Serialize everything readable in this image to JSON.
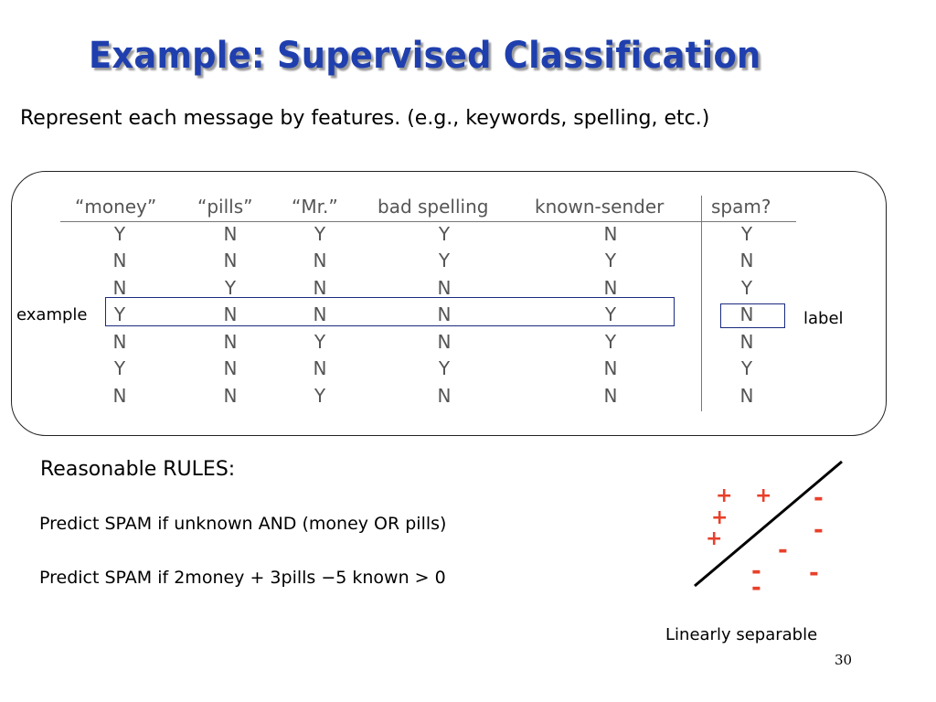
{
  "slide": {
    "title": "Example: Supervised Classification",
    "subtitle": "Represent each message by features. (e.g., keywords, spelling, etc.)",
    "page_number": "30"
  },
  "table": {
    "headers": [
      "“money”",
      "“pills”",
      "“Mr.”",
      "bad spelling",
      "known-sender",
      "spam?"
    ],
    "rows": [
      [
        "Y",
        "N",
        "Y",
        "Y",
        "N",
        "Y"
      ],
      [
        "N",
        "N",
        "N",
        "Y",
        "Y",
        "N"
      ],
      [
        "N",
        "Y",
        "N",
        "N",
        "N",
        "Y"
      ],
      [
        "Y",
        "N",
        "N",
        "N",
        "Y",
        "N"
      ],
      [
        "N",
        "N",
        "Y",
        "N",
        "Y",
        "N"
      ],
      [
        "Y",
        "N",
        "N",
        "Y",
        "N",
        "Y"
      ],
      [
        "N",
        "N",
        "Y",
        "N",
        "N",
        "N"
      ]
    ],
    "example_label": "example",
    "label_label": "label"
  },
  "rules": {
    "heading": "Reasonable RULES:",
    "rule1": "Predict SPAM if unknown AND (money OR pills)",
    "rule2": "Predict SPAM if 2money + 3pills −5 known > 0"
  },
  "figure": {
    "positive_symbol": "+",
    "negative_symbol": "-",
    "mark_color": "#e8402a",
    "caption": "Linearly separable"
  },
  "colors": {
    "title": "#1f3fae",
    "box_outline": "#1a2a80"
  }
}
